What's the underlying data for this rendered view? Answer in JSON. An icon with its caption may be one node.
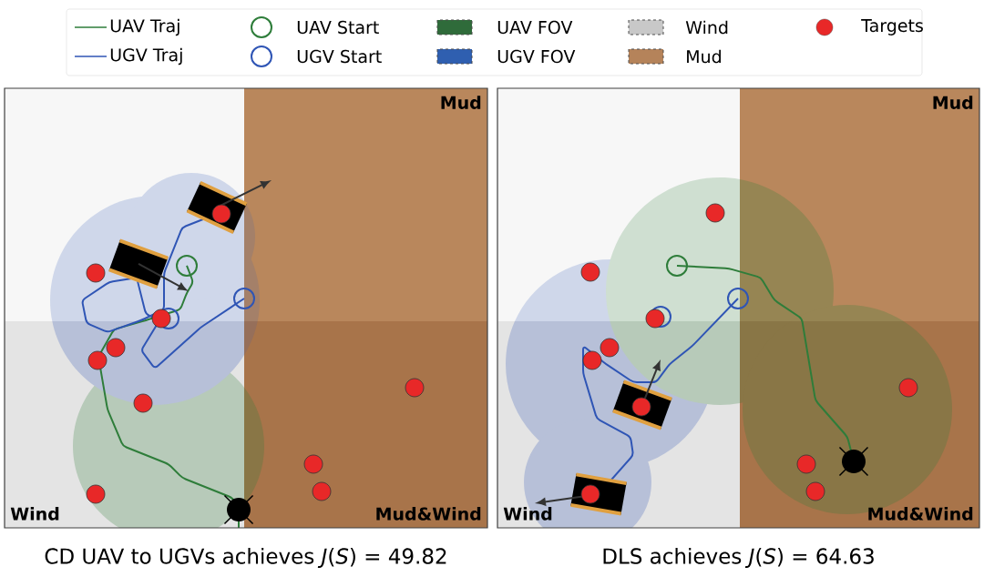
{
  "diagram": {
    "labels": [
      "Mud",
      "Wind",
      "Mud&Wind",
      "CD UAV to UGVs  achieves *J*(*S*) = 49.82",
      "Mud",
      "Wind",
      "Mud&Wind",
      "DLS  achieves *J*(*S*) = 64.63"
    ],
    "legend": [
      {
        "text": "UAV Traj"
      },
      {
        "text": "UGV Traj"
      },
      {
        "text": "UAV Start"
      },
      {
        "text": "UGV Start"
      },
      {
        "text": "UAV FOV",
        "color": "#2f6b3a"
      },
      {
        "text": "UGV FOV",
        "color": "#2f5fb0"
      },
      {
        "text": "Wind",
        "color": "#c8c8c8"
      },
      {
        "text": "Mud",
        "color": "#b5835a"
      },
      {
        "text": "Targets"
      }
    ]
  }
}
